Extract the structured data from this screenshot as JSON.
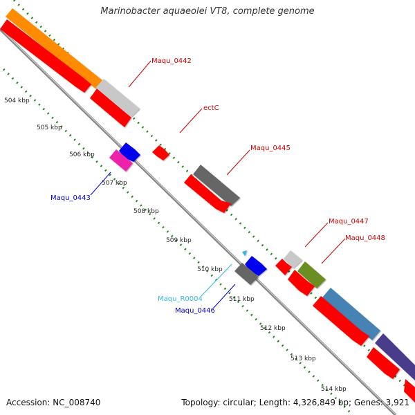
{
  "title": "Marinobacter aquaeolei VT8, complete genome",
  "footer": {
    "accession": "Accession: NC_008740",
    "stats": "Topology: circular; Length: 4,326,849 bp; Genes: 3,921"
  },
  "ticks": [
    "504 kbp",
    "505 kbp",
    "506 kbp",
    "507 kbp",
    "508 kbp",
    "509 kbp",
    "510 kbp",
    "511 kbp",
    "512 kbp",
    "513 kbp",
    "514 kbp"
  ],
  "gene_labels": [
    {
      "name": "Maqu_0442",
      "color": "#cc0000"
    },
    {
      "name": "ectC",
      "color": "#cc0000"
    },
    {
      "name": "Maqu_0445",
      "color": "#cc0000"
    },
    {
      "name": "Maqu_0447",
      "color": "#cc0000"
    },
    {
      "name": "Maqu_0448",
      "color": "#cc0000"
    },
    {
      "name": "Maqu_0443",
      "color": "#0000cc"
    },
    {
      "name": "Maqu_R0004",
      "color": "#33bbdd"
    },
    {
      "name": "Maqu_0446",
      "color": "#0000cc"
    }
  ],
  "colors": {
    "cds_red": "#ff0000",
    "orange": "#ff8c00",
    "light_gray": "#c8c8c8",
    "dark_gray": "#666666",
    "blue": "#0000ee",
    "magenta": "#ee22aa",
    "olive": "#6b8e23",
    "steel_blue": "#4682b4",
    "slate_purple": "#483d8b",
    "cyan": "#22bbee",
    "tick_green": "#228822",
    "backbone": "#888888"
  }
}
